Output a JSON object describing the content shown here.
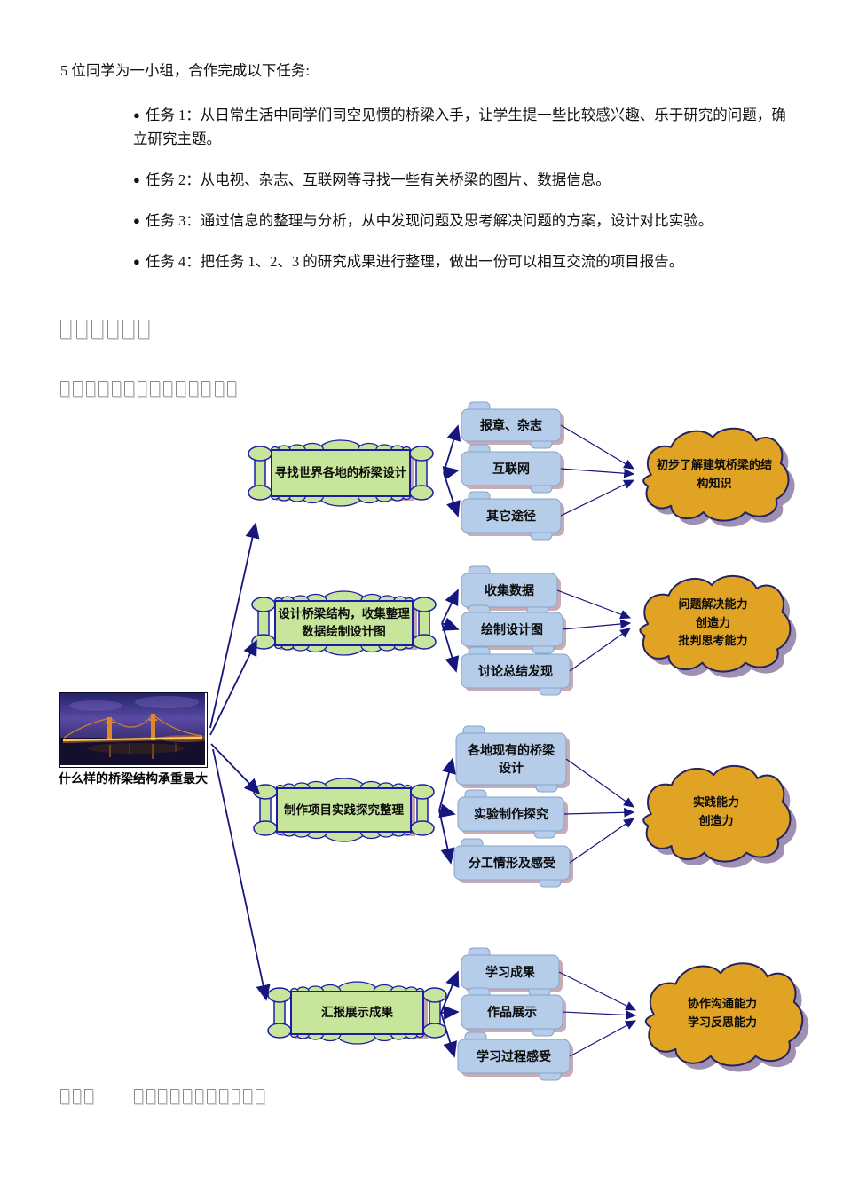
{
  "page": {
    "bullet_char": "●",
    "intro": "5 位同学为一小组，合作完成以下任务:",
    "tasks": [
      "任务 1：从日常生活中同学们司空见惯的桥梁入手，让学生提一些比较感兴趣、乐于研究的问题，确立研究主题。",
      "任务 2：从电视、杂志、互联网等寻找一些有关桥梁的图片、数据信息。",
      "任务 3：通过信息的整理与分析，从中发现问题及思考解决问题的方案，设计对比实验。",
      "任务 4：把任务 1、2、3 的研究成果进行整理，做出一份可以相互交流的项目报告。"
    ],
    "heading_placeholder": "□□□□□□",
    "subheading_placeholder": "□□□□□□□□□□□□□□",
    "footer_left_placeholder": "□□□",
    "footer_right_placeholder": "□□□□□□□□□□□"
  },
  "diagram": {
    "question_image_caption": "什么样的桥梁结构承重最大",
    "stages": [
      {
        "label": "寻找世界各地的桥梁设计",
        "sources": [
          "报章、杂志",
          "互联网",
          "其它途径"
        ],
        "outcome": "初步了解建筑桥梁的结\n构知识"
      },
      {
        "label": "设计桥梁结构，收集整理\n数据绘制设计图",
        "sources": [
          "收集数据",
          "绘制设计图",
          "讨论总结发现"
        ],
        "outcome": "问题解决能力\n创造力\n批判思考能力"
      },
      {
        "label": "制作项目实践探究整理",
        "sources": [
          "各地现有的桥梁\n设计",
          "实验制作探究",
          "分工情形及感受"
        ],
        "outcome": "实践能力\n创造力"
      },
      {
        "label": "汇报展示成果",
        "sources": [
          "学习成果",
          "作品展示",
          "学习过程感受"
        ],
        "outcome": "协作沟通能力\n学习反思能力"
      }
    ],
    "colors": {
      "stage_fill": "#c8e69b",
      "stage_border": "#1c1ca8",
      "stage_shadow": "#c2a7ad",
      "source_fill": "#b5cde9",
      "source_border": "#86a4c9",
      "source_shadow": "#c9abb4",
      "outcome_fill": "#e0a324",
      "outcome_border": "#23235f",
      "outcome_shadow": "#9f8fb2",
      "arrow": "#16167e"
    }
  }
}
